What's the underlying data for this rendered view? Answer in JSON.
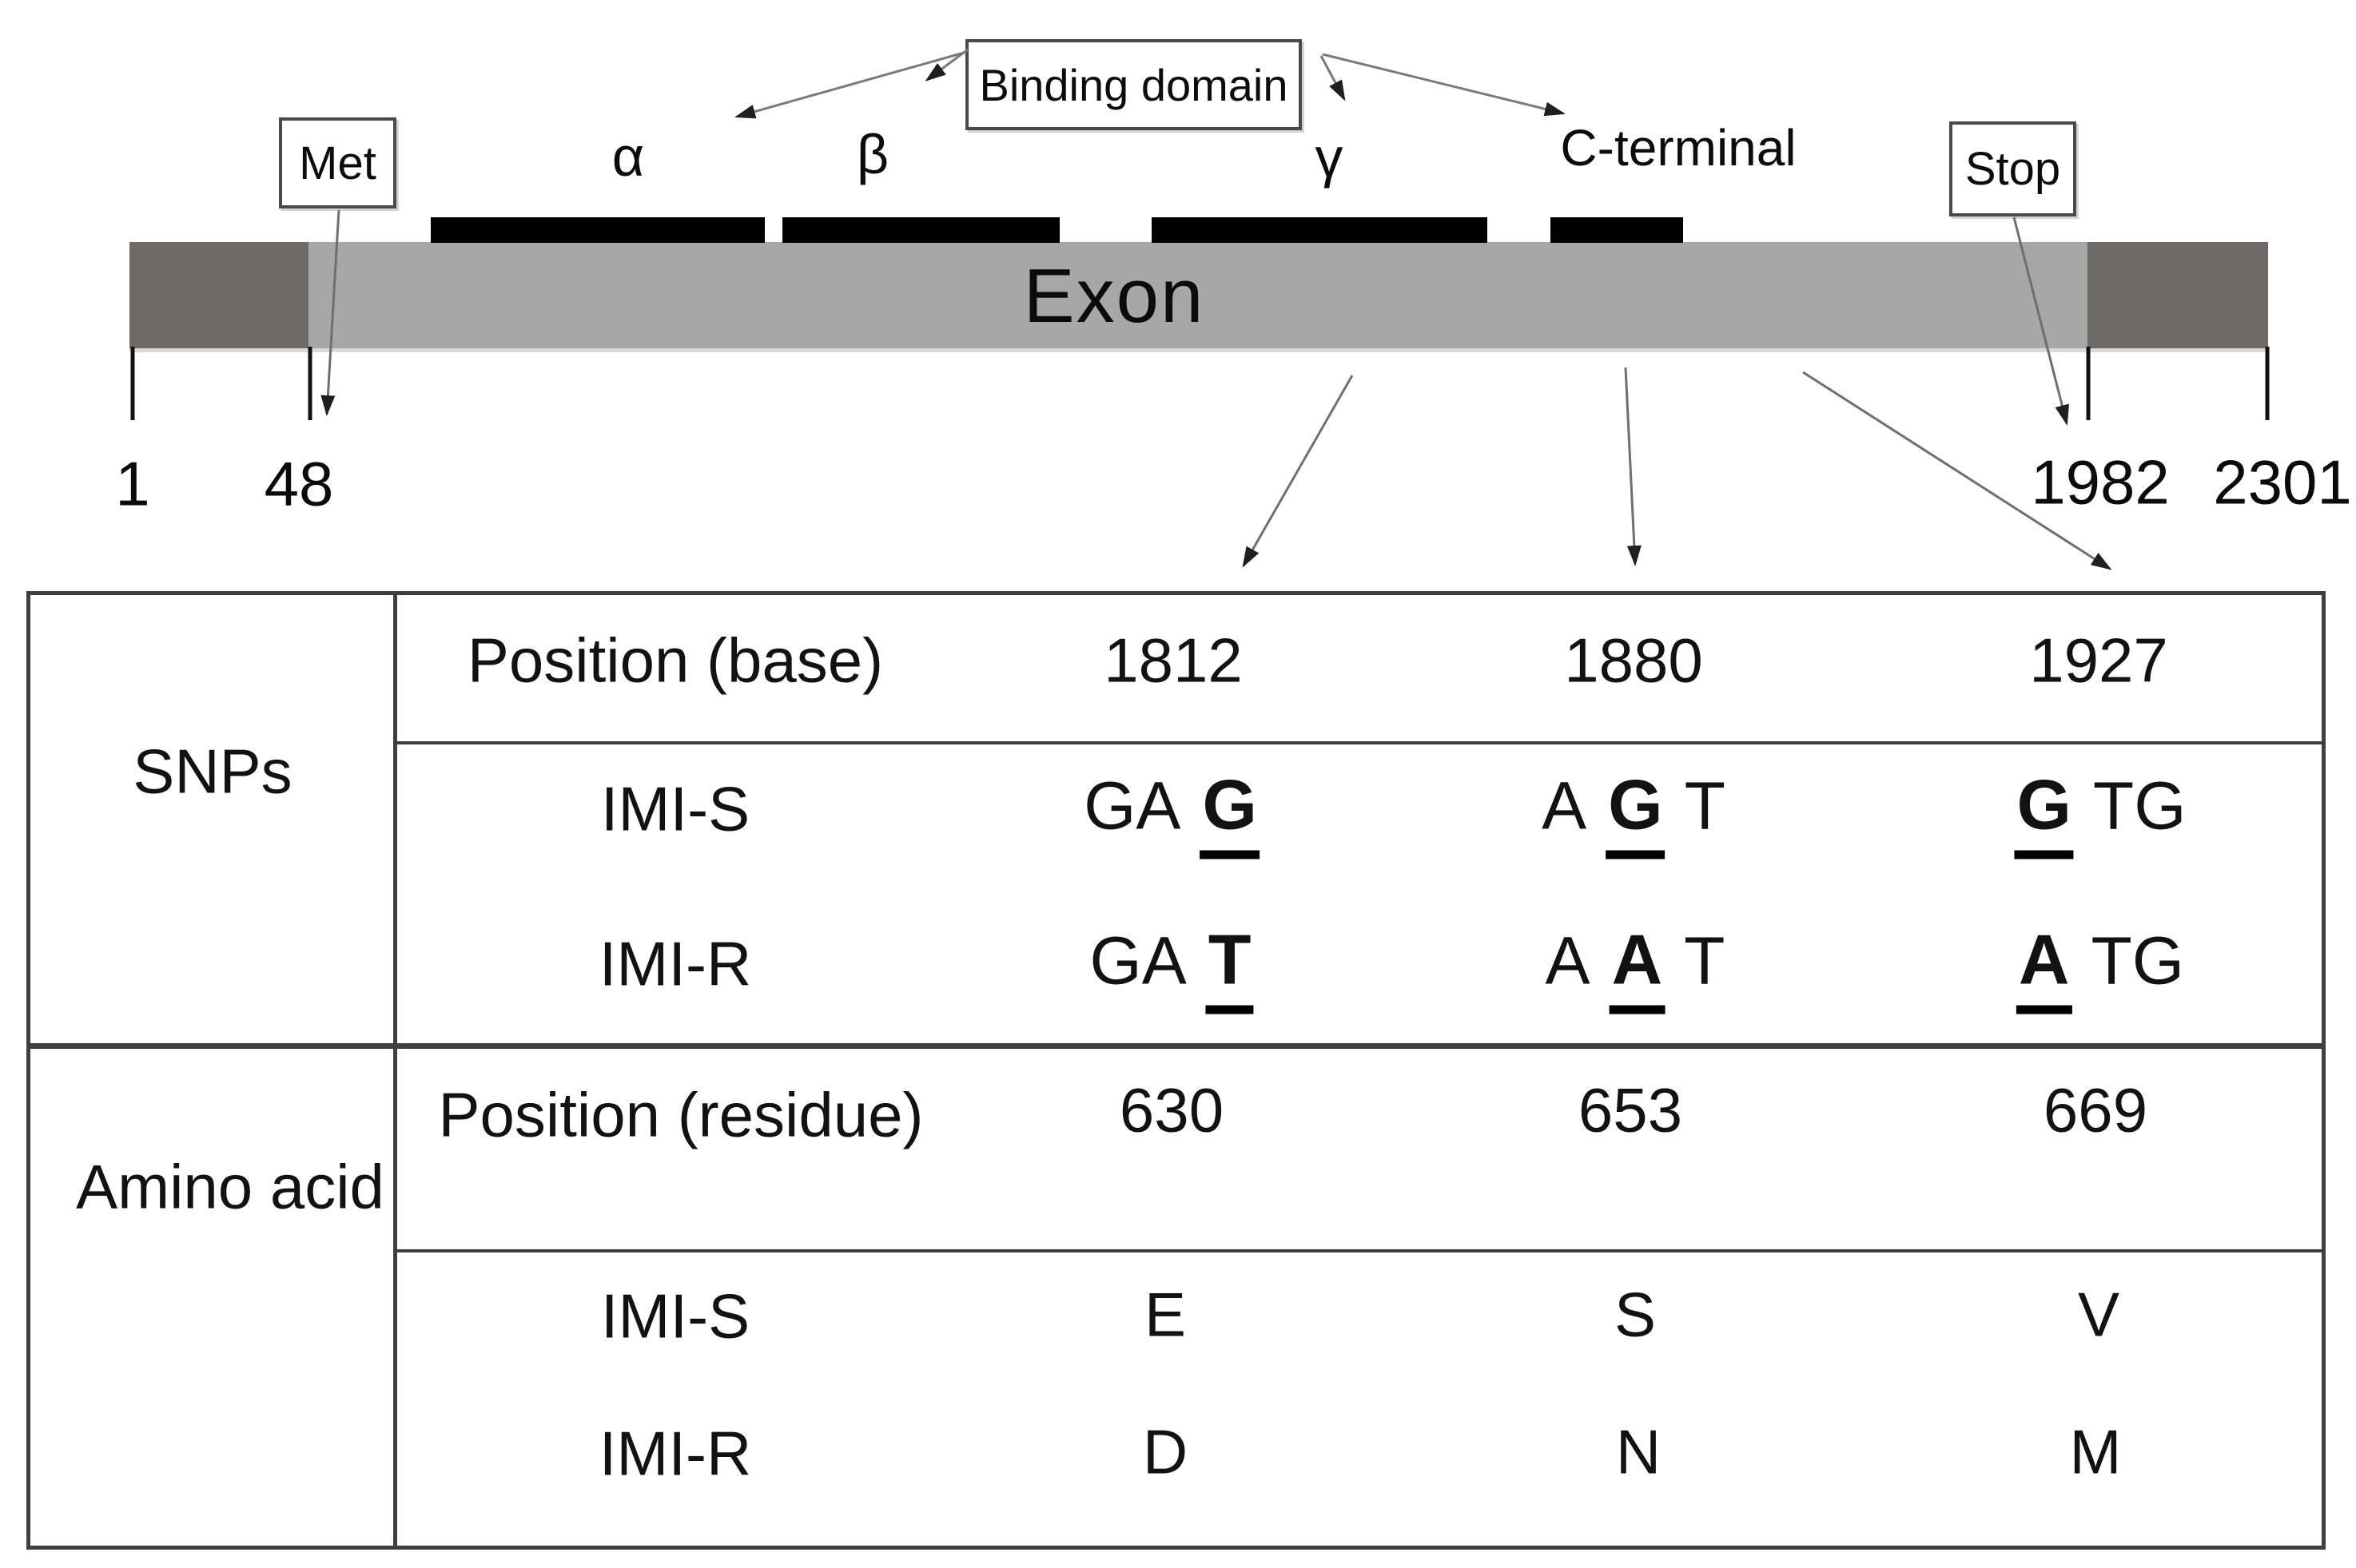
{
  "gene_map": {
    "exon_label": "Exon",
    "markers": {
      "met": "Met",
      "stop": "Stop"
    },
    "binding_domain_label": "Binding domain",
    "c_terminal_label": "C-terminal",
    "domains": {
      "alpha": "α",
      "beta": "β",
      "gamma": "γ"
    },
    "scale": {
      "start": "1",
      "met_position": "48",
      "stop_position": "1982",
      "end": "2301"
    },
    "colors": {
      "utr": "#6f6a67",
      "exon": "#a7a7a7",
      "domain_bar": "#000000",
      "table_border": "#3f3f3f"
    }
  },
  "table": {
    "snps": {
      "section_label": "SNPs",
      "position_row": {
        "label": "Position (base)",
        "values": [
          "1812",
          "1880",
          "1927"
        ]
      },
      "imis_row": {
        "label": "IMI-S",
        "values": [
          [
            {
              "t": "GA",
              "u": false
            },
            {
              "t": "G",
              "u": true
            }
          ],
          [
            {
              "t": "A",
              "u": false
            },
            {
              "t": "G",
              "u": true
            },
            {
              "t": "T",
              "u": false
            }
          ],
          [
            {
              "t": "G",
              "u": true
            },
            {
              "t": "TG",
              "u": false
            }
          ]
        ]
      },
      "imir_row": {
        "label": "IMI-R",
        "values": [
          [
            {
              "t": "GA",
              "u": false
            },
            {
              "t": "T",
              "u": true
            }
          ],
          [
            {
              "t": "A",
              "u": false
            },
            {
              "t": "A",
              "u": true
            },
            {
              "t": "T",
              "u": false
            }
          ],
          [
            {
              "t": "A",
              "u": true
            },
            {
              "t": "TG",
              "u": false
            }
          ]
        ]
      }
    },
    "amino_acid": {
      "section_label": "Amino acid",
      "position_row": {
        "label": "Position (residue)",
        "values": [
          "630",
          "653",
          "669"
        ]
      },
      "imis_row": {
        "label": "IMI-S",
        "values": [
          "E",
          "S",
          "V"
        ]
      },
      "imir_row": {
        "label": "IMI-R",
        "values": [
          "D",
          "N",
          "M"
        ]
      }
    }
  }
}
